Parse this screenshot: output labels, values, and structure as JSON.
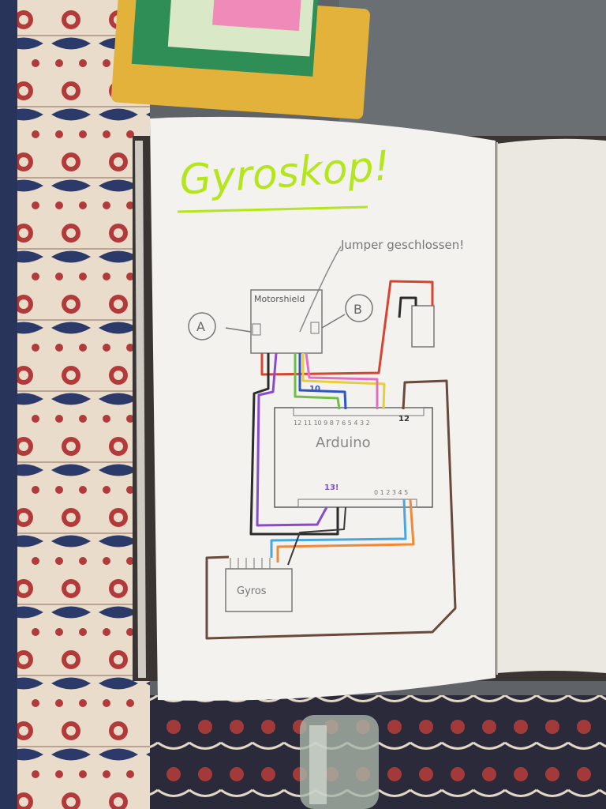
{
  "photo": {
    "title": "Gyroskop!",
    "note": "Jumper geschlossen!",
    "labels": {
      "motor_a": "A",
      "motor_b": "B",
      "motorshield": "Motorshield",
      "arduino": "Arduino",
      "gyro": "Gyros",
      "pin_10": "10",
      "pin_12": "12",
      "pin_13": "13!",
      "digital_pins": "12 11 10 9 8 7 6 5 4 3 2",
      "analog_pins": "0 1 2 3 4 5"
    },
    "wire_colors": {
      "red": "#d6452f",
      "orange": "#ee8a3a",
      "yellow": "#e7cf3a",
      "green": "#6dbf45",
      "blue": "#2f55c4",
      "light_blue": "#4aa6e0",
      "purple": "#8a4ad0",
      "pink": "#e36fc0",
      "brown": "#6a4a3c",
      "black": "#2b2b2b"
    },
    "title_color": "#b5e61d"
  }
}
